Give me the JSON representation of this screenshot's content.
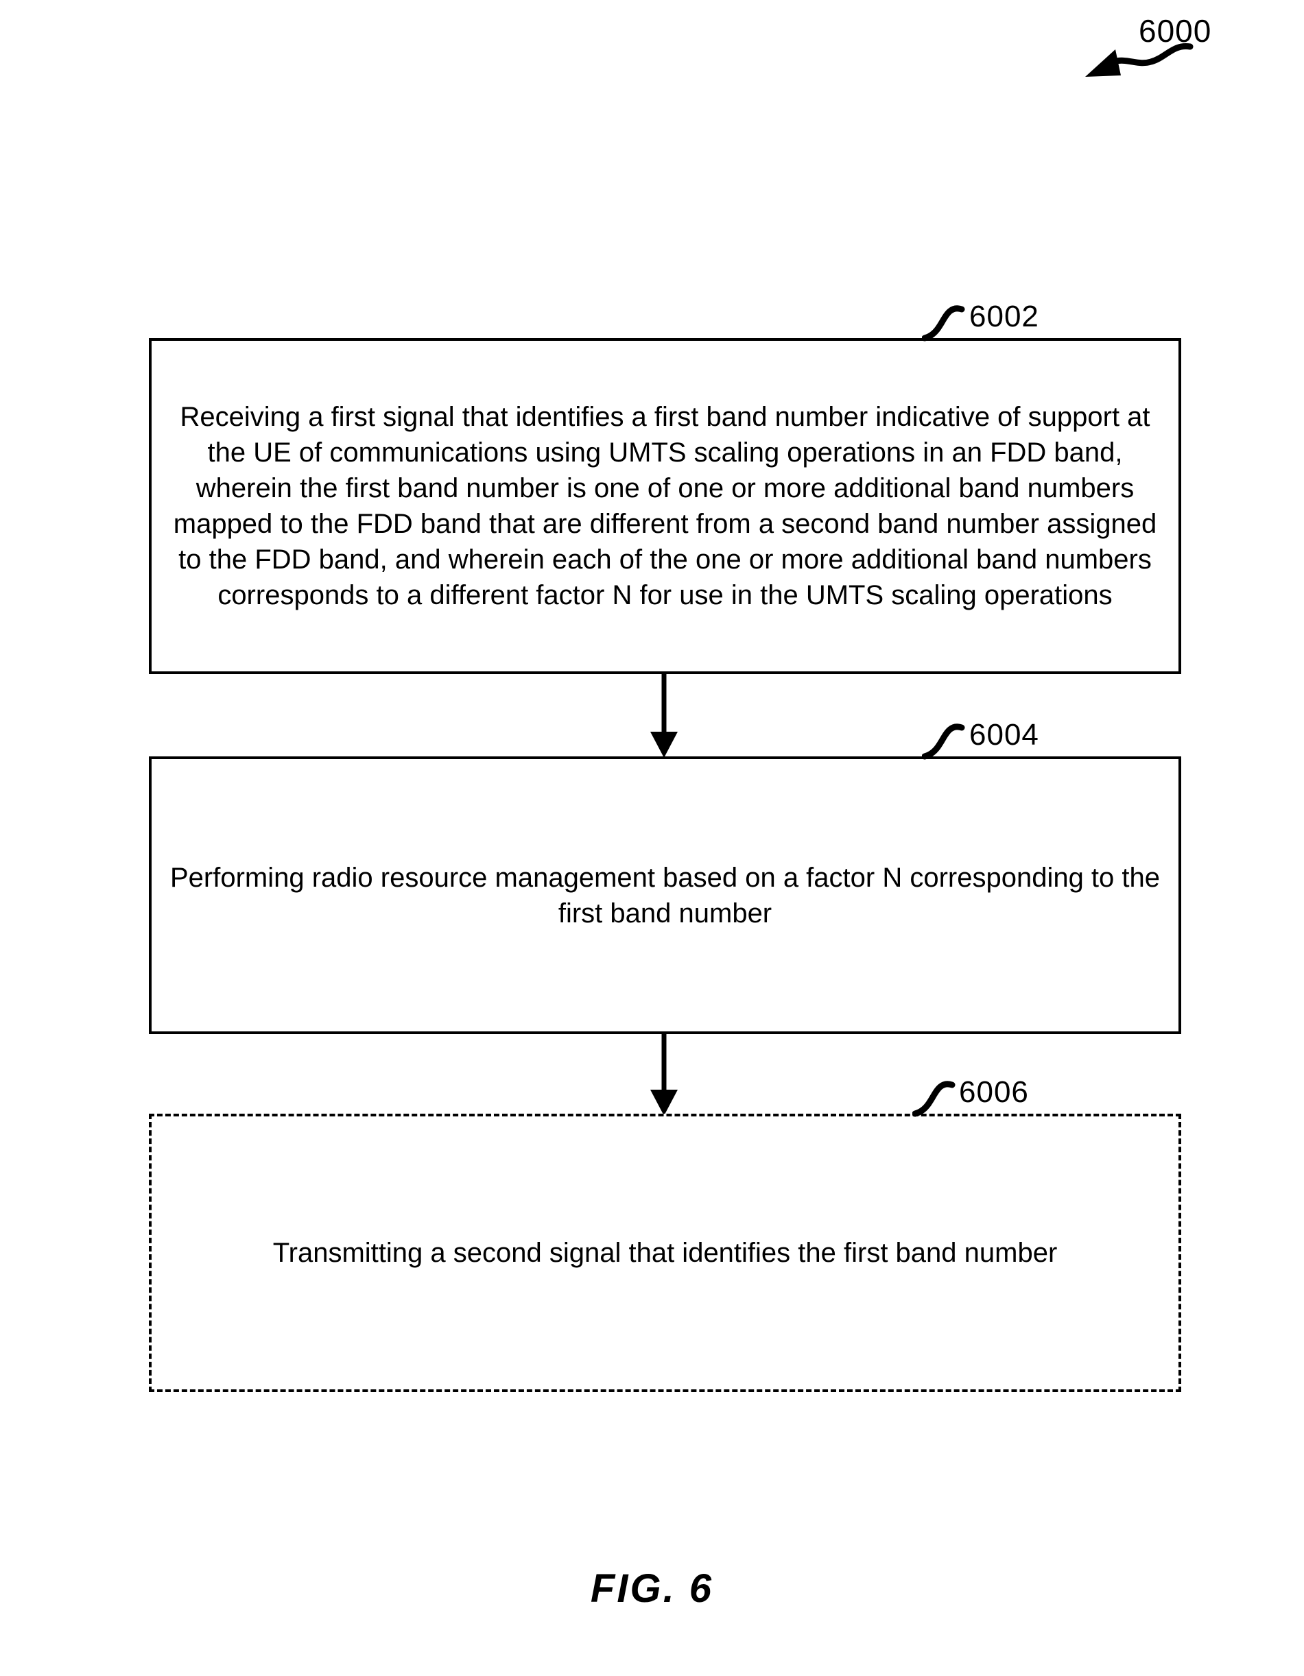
{
  "figure": {
    "caption": "FIG. 6",
    "flowchart_ref": "6000"
  },
  "steps": [
    {
      "ref": "6002",
      "style": "solid",
      "text": "Receiving a first signal that identifies a first band number indicative of support at the UE of communications using UMTS scaling operations in an FDD band, wherein the first band number is one of one or more additional band numbers mapped to the FDD band that are different from a second band number assigned to the FDD band, and wherein each of the one or more additional band numbers corresponds to a different factor N for use in the UMTS scaling operations"
    },
    {
      "ref": "6004",
      "style": "solid",
      "text": "Performing radio resource management based on a factor N corresponding to the first band number"
    },
    {
      "ref": "6006",
      "style": "dashed",
      "text": "Transmitting a second signal that identifies the first band number"
    }
  ],
  "connectors": [
    {
      "from": "6002",
      "to": "6004",
      "direction": "down"
    },
    {
      "from": "6004",
      "to": "6006",
      "direction": "down"
    }
  ],
  "colors": {
    "line": "#000000",
    "background": "#ffffff",
    "text": "#000000"
  }
}
